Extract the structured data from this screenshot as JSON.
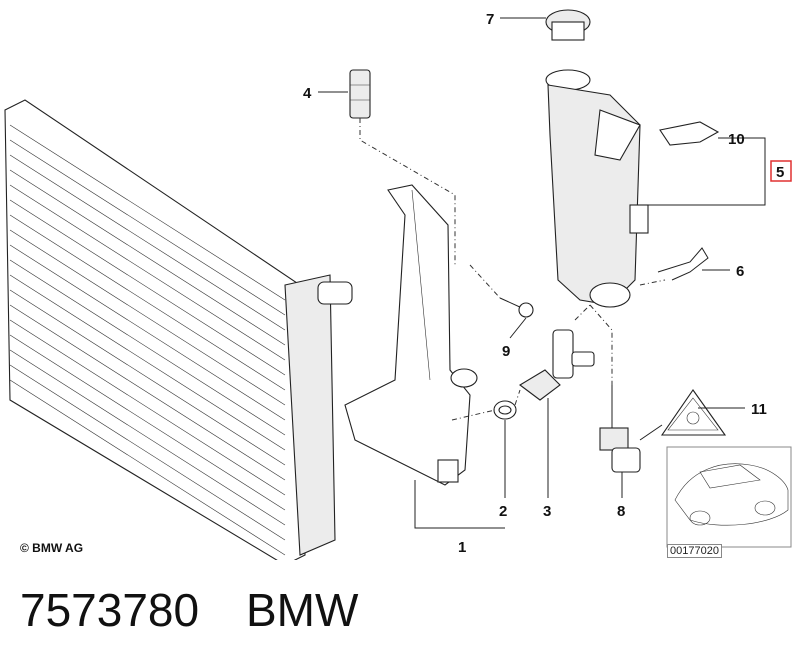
{
  "callouts": {
    "c1": "1",
    "c2": "2",
    "c3": "3",
    "c4": "4",
    "c5": "5",
    "c6": "6",
    "c7": "7",
    "c8": "8",
    "c9": "9",
    "c10": "10",
    "c11": "11"
  },
  "highlight_color": "#e03030",
  "copyright": "© BMW AG",
  "diagram_ref": "00177020",
  "part_number": "7573780",
  "brand": "BMW"
}
